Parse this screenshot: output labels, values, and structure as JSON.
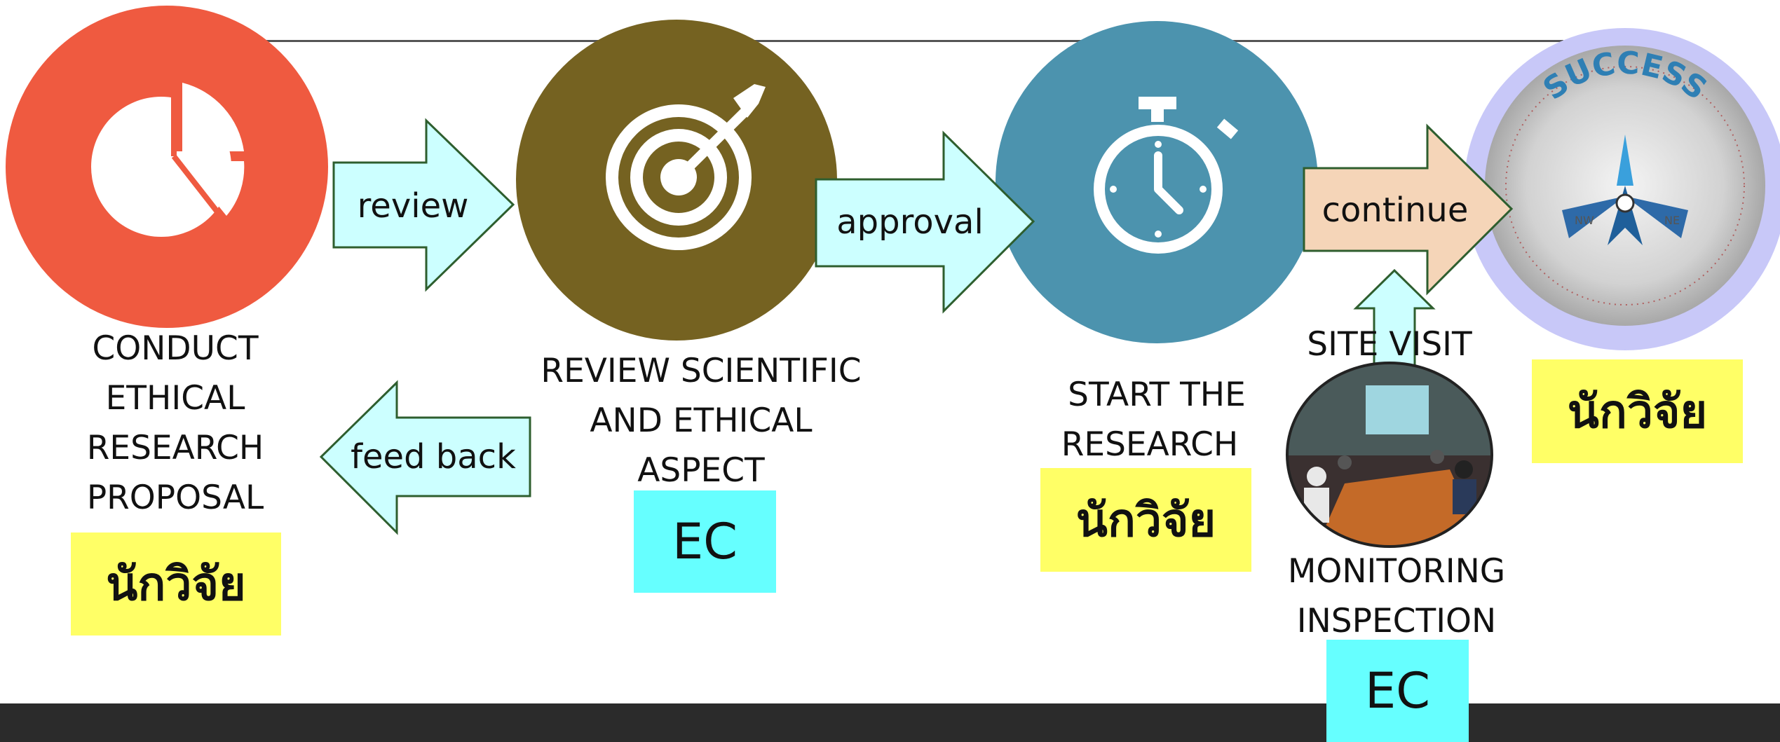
{
  "steps": {
    "step1": {
      "label": [
        "CONDUCT",
        "ETHICAL",
        "RESEARCH",
        "PROPOSAL"
      ],
      "badge": "นักวิจัย",
      "icon": "pie-chart-icon",
      "color": "#ef5a40"
    },
    "step2": {
      "label": [
        "REVIEW SCIENTIFIC",
        "AND ETHICAL",
        "ASPECT"
      ],
      "badge": "EC",
      "icon": "target-icon",
      "color": "#756221"
    },
    "step3": {
      "label": [
        "START THE",
        "RESEARCH"
      ],
      "badge": "นักวิจัย",
      "icon": "stopwatch-icon",
      "color": "#4c93ae"
    },
    "step4": {
      "badge": "นักวิจัย",
      "icon": "success-compass-icon",
      "color": "#c8c8f8",
      "compass_text": "SUCCESS"
    },
    "monitoring": {
      "top_label": "SITE VISIT",
      "label": [
        "MONITORING",
        "INSPECTION"
      ],
      "badge": "EC",
      "icon": "meeting-photo"
    }
  },
  "arrows": {
    "review": "review",
    "approval": "approval",
    "continue": "continue",
    "feedback": "feed back"
  },
  "colors": {
    "arrow_cyan": "#ccffff",
    "arrow_peach": "#f5d5b8",
    "arrow_border": "#2e5e2e",
    "badge_yellow": "#ffff66",
    "badge_cyan": "#66ffff",
    "bottom_bar": "#2b2b2b"
  }
}
